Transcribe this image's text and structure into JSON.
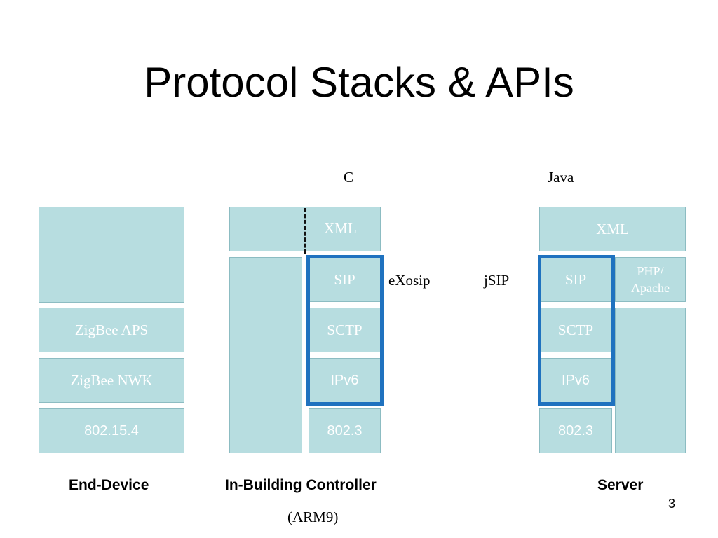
{
  "title": "Protocol Stacks & APIs",
  "language_labels": {
    "c": "C",
    "java": "Java"
  },
  "api_labels": {
    "exosip": "eXosip",
    "jsip": "jSIP"
  },
  "end_device": {
    "zigbee_aps": "ZigBee APS",
    "zigbee_nwk": "ZigBee NWK",
    "phy": "802.15.4",
    "caption": "End-Device"
  },
  "controller": {
    "xml": "XML",
    "sip": "SIP",
    "sctp": "SCTP",
    "ipv6": "IPv6",
    "phy": "802.3",
    "caption": "In-Building Controller",
    "subcaption": "(ARM9)"
  },
  "server": {
    "xml": "XML",
    "sip": "SIP",
    "php_apache": "PHP/ Apache",
    "sctp": "SCTP",
    "ipv6": "IPv6",
    "phy": "802.3",
    "caption": "Server"
  },
  "page_number": "3",
  "colors": {
    "box_fill": "#b7dde0",
    "box_border": "#8cbcc2",
    "highlight_frame": "#1f72bf"
  }
}
